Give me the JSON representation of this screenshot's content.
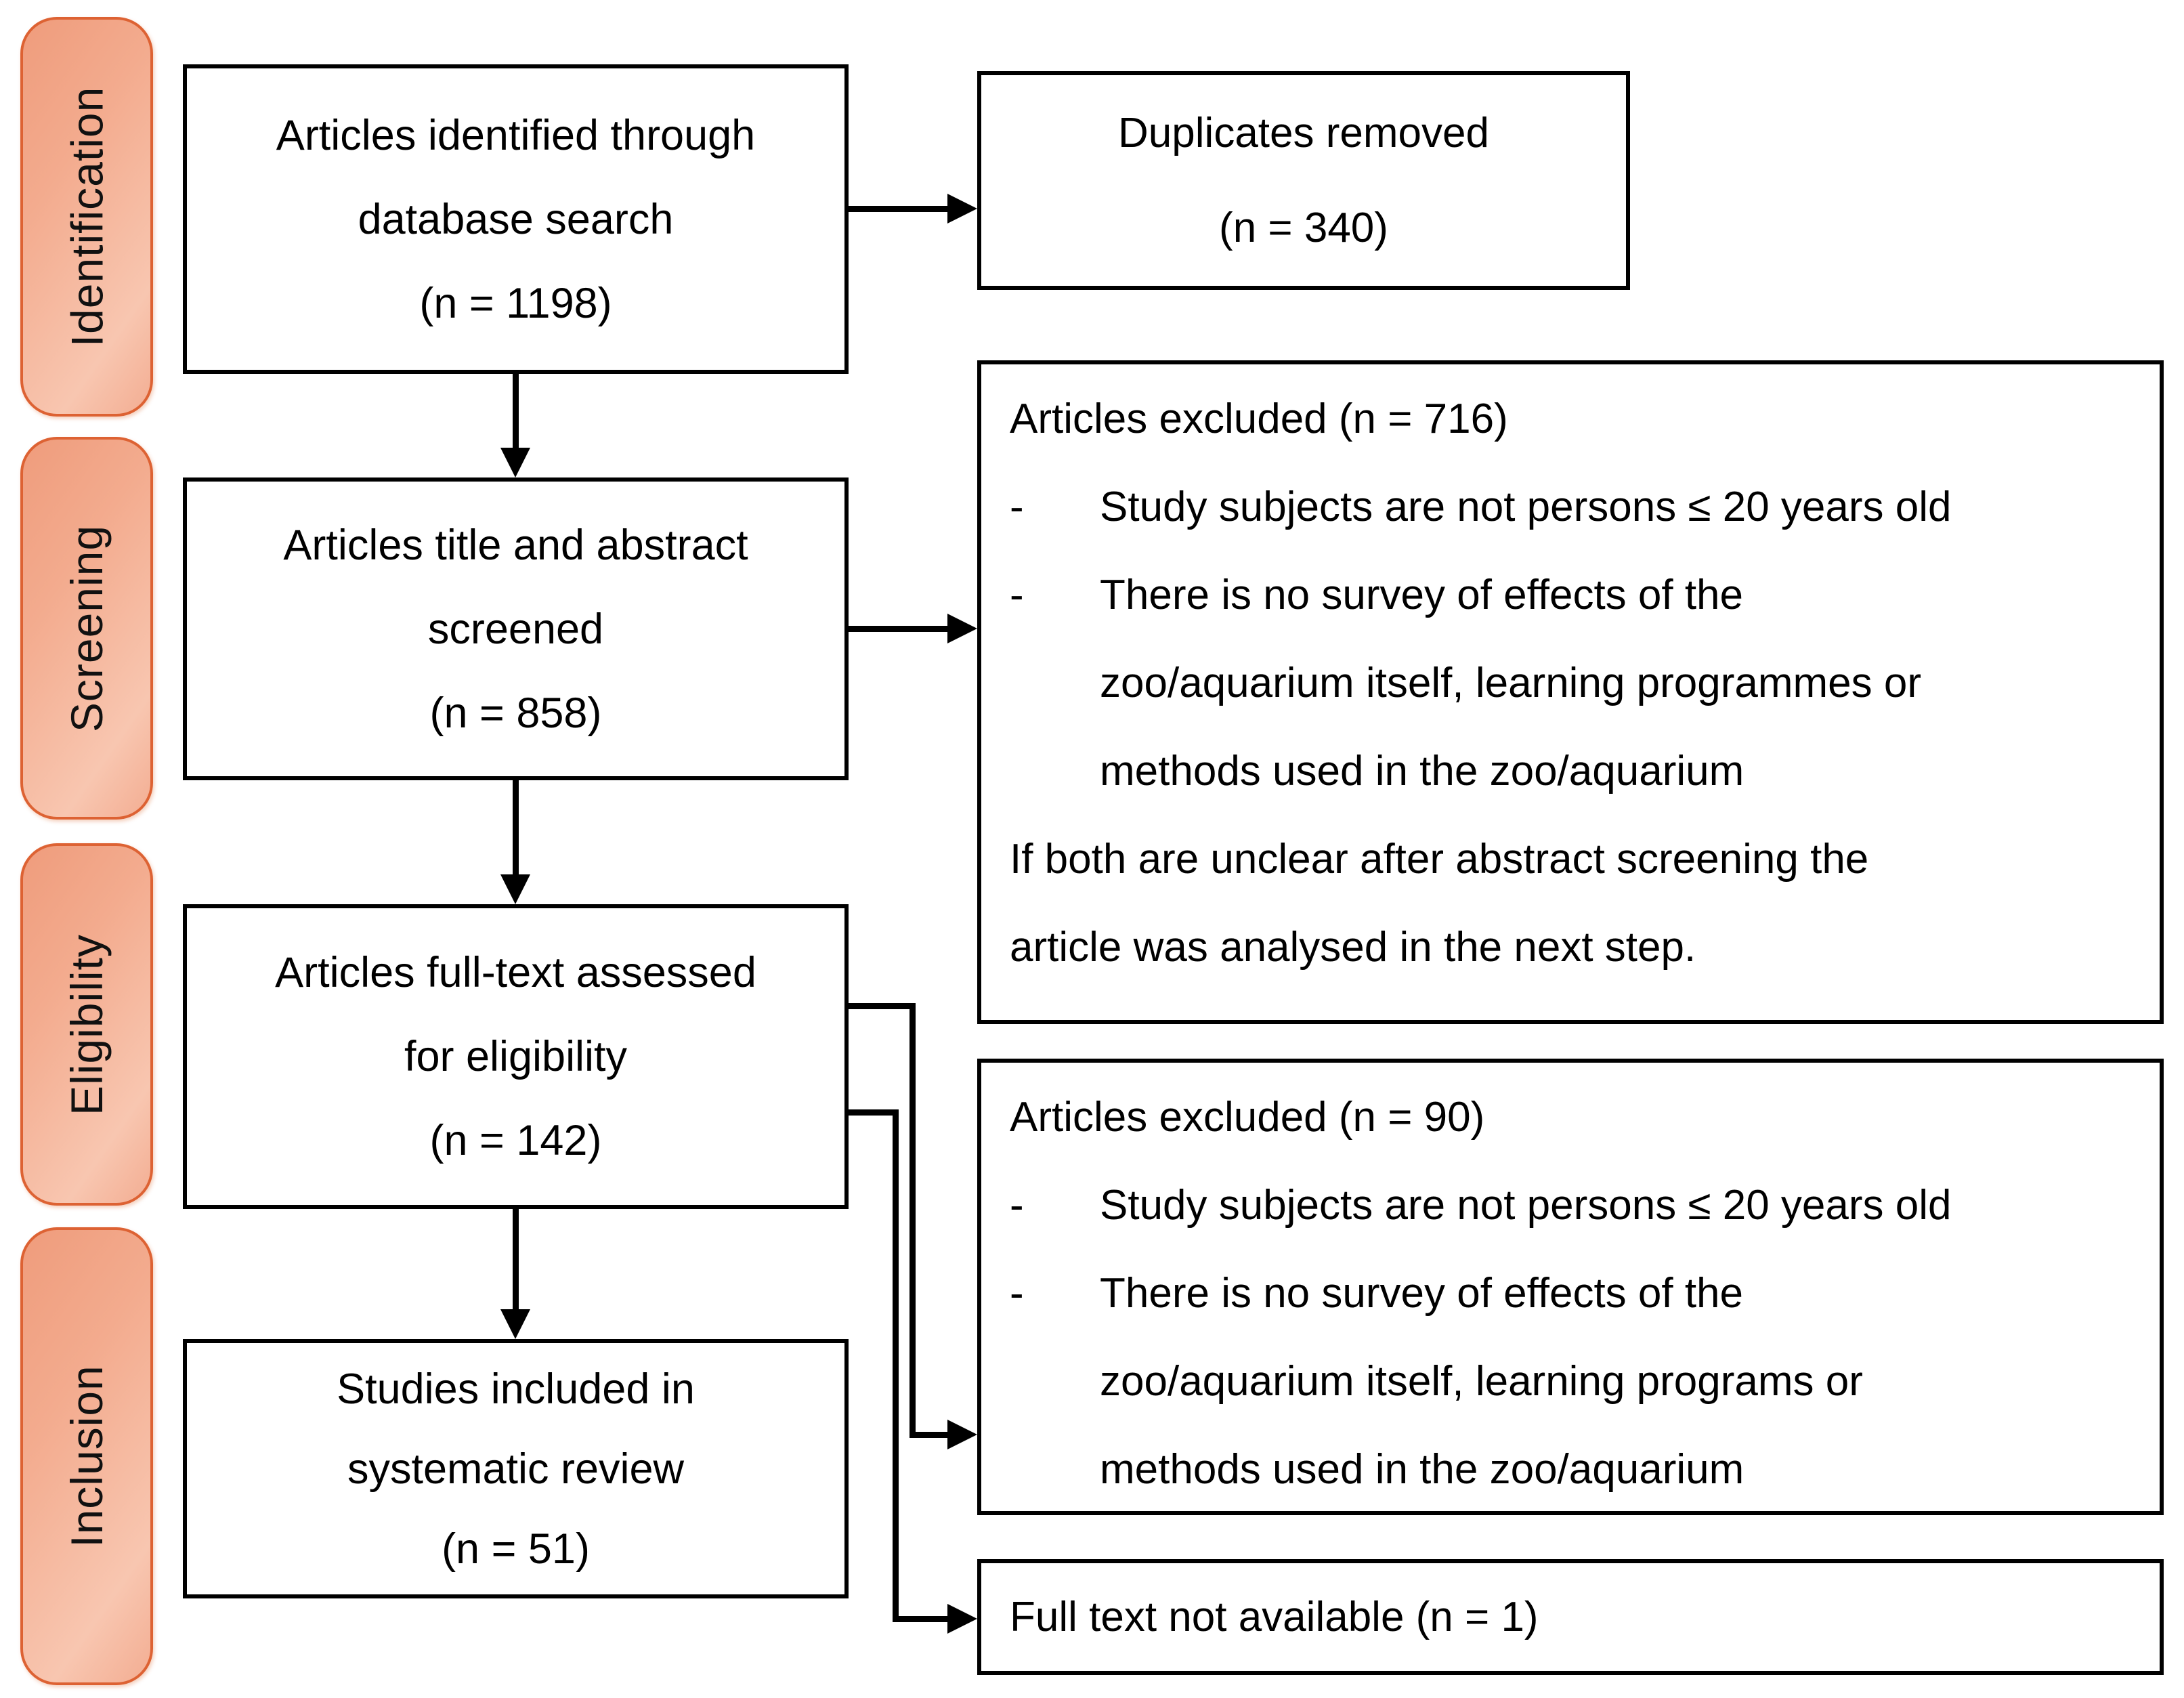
{
  "sidebar": {
    "stages": [
      {
        "label": "Identification"
      },
      {
        "label": "Screening"
      },
      {
        "label": "Eligibility"
      },
      {
        "label": "Inclusion"
      }
    ]
  },
  "flow": {
    "boxes": [
      {
        "lines": [
          "Articles identified through",
          "database search",
          "(n = 1198)"
        ]
      },
      {
        "lines": [
          "Articles title and abstract",
          "screened",
          "(n = 858)"
        ]
      },
      {
        "lines": [
          "Articles full-text assessed",
          "for eligibility",
          "(n = 142)"
        ]
      },
      {
        "lines": [
          "Studies included in",
          "systematic review",
          "(n = 51)"
        ]
      }
    ]
  },
  "side": {
    "duplicates": {
      "lines": [
        "Duplicates removed",
        "(n = 340)"
      ]
    },
    "excluded_screening": {
      "heading": "Articles excluded (n = 716)",
      "bullets": [
        {
          "lines": [
            "Study subjects are not persons ≤ 20 years old"
          ]
        },
        {
          "lines": [
            "There is no survey of effects of the",
            "zoo/aquarium itself, learning programmes or",
            "methods used in the zoo/aquarium"
          ]
        }
      ],
      "note_lines": [
        "If both are unclear after abstract screening the",
        "article was analysed in the next step."
      ]
    },
    "excluded_eligibility": {
      "heading": "Articles excluded (n = 90)",
      "bullets": [
        {
          "lines": [
            "Study subjects are not persons ≤ 20 years old"
          ]
        },
        {
          "lines": [
            "There is no survey of effects of the",
            "zoo/aquarium itself, learning programs or",
            "methods used in the zoo/aquarium"
          ]
        }
      ]
    },
    "full_text": {
      "label": "Full text not available (n = 1)"
    }
  },
  "bullet_marker": "-",
  "colors": {
    "stage_border": "#dd6233",
    "stage_fill_light": "#f8c6b0",
    "stage_fill_dark": "#ef9c7c",
    "box_border": "#000000",
    "connector": "#000000",
    "background": "#ffffff"
  }
}
